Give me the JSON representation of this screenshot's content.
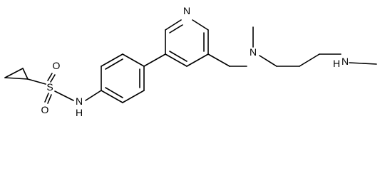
{
  "diagram": {
    "type": "chemical-structure",
    "atom_labels": {
      "sulfur": "S",
      "oxygen_top": "O",
      "oxygen_bottom": "O",
      "sulfonamide_nh": "N",
      "sulfonamide_h": "H",
      "pyridine_n": "N",
      "tertiary_amine": "N",
      "secondary_amine": "N",
      "secondary_amine_h": "H"
    },
    "colors": {
      "bond": "#000000",
      "label": "#000000",
      "background": "#ffffff"
    }
  }
}
